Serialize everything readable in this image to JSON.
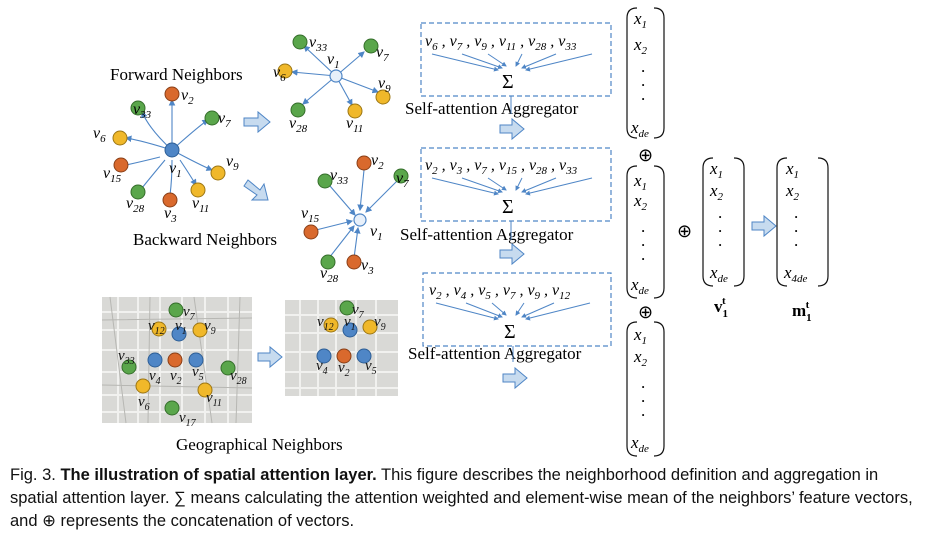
{
  "labels": {
    "forward": "Forward Neighbors",
    "backward": "Backward Neighbors",
    "geographical": "Geographical Neighbors",
    "aggregator": "Self-attention Aggregator",
    "sigma": "Σ",
    "oplus": "⊕"
  },
  "aggregators": [
    {
      "inputs": "v6 , v7 , v9 , v11 , v28 , v33"
    },
    {
      "inputs": "v2 , v3 , v7 , v15 , v28 , v33"
    },
    {
      "inputs": "v2 , v4 , v5 , v7 , v9 , v12"
    }
  ],
  "vectors": {
    "x1": "x1",
    "x2": "x2",
    "xde": "xde",
    "x4de": "x4de",
    "v1t": "v1t",
    "m1t": "m1t",
    "dot": "."
  },
  "graph_nodes": {
    "forward_full": [
      "v2",
      "v33",
      "v7",
      "v6",
      "v9",
      "v15",
      "v1",
      "v28",
      "v3",
      "v11"
    ],
    "forward_sub": [
      "v33",
      "v1",
      "v7",
      "v6",
      "v9",
      "v28",
      "v11"
    ],
    "backward_sub": [
      "v33",
      "v2",
      "v7",
      "v15",
      "v1",
      "v28",
      "v3"
    ],
    "map_left": [
      "v7",
      "v12",
      "v1",
      "v9",
      "v33",
      "v4",
      "v2",
      "v5",
      "v28",
      "v6",
      "v11",
      "v17"
    ],
    "map_right": [
      "v7",
      "v12",
      "v1",
      "v9",
      "v4",
      "v2",
      "v5"
    ]
  },
  "caption": {
    "prefix": "Fig. 3.",
    "title": "The illustration of spatial attention layer.",
    "body": " This figure describes the neighborhood definition and aggregation in spatial attention layer. ∑ means calculating the attention weighted and element-wise mean of the neighbors’ feature vectors, and ⊕ represents the concatenation of vectors."
  },
  "colors": {
    "center": "#4f86c6",
    "orange": "#d9692d",
    "green": "#5aa64b",
    "yellow": "#f0b82a",
    "arrow_fill": "#c7dbef",
    "arrow_stroke": "#4f86c6",
    "dashed_box": "#4f86c6",
    "map_bg": "#d9d9d6"
  }
}
